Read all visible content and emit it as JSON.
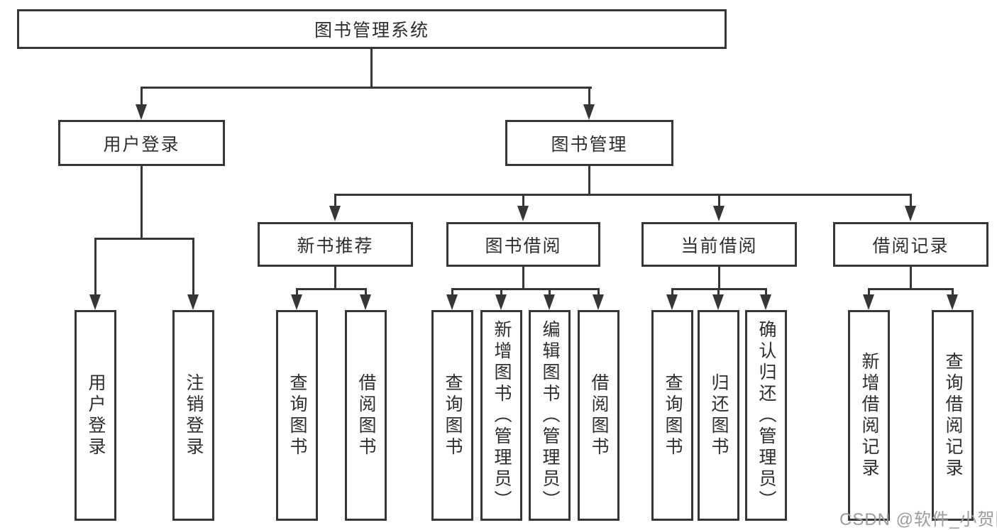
{
  "tree": {
    "label": "图书管理系统",
    "children": [
      {
        "label": "用户登录",
        "children": [
          {
            "label": "用户登录"
          },
          {
            "label": "注销登录"
          }
        ]
      },
      {
        "label": "图书管理",
        "children": [
          {
            "label": "新书推荐",
            "children": [
              {
                "label": "查询图书"
              },
              {
                "label": "借阅图书"
              }
            ]
          },
          {
            "label": "图书借阅",
            "children": [
              {
                "label": "查询图书"
              },
              {
                "label": "新增图书（管理员）"
              },
              {
                "label": "编辑图书（管理员）"
              },
              {
                "label": "借阅图书"
              }
            ]
          },
          {
            "label": "当前借阅",
            "children": [
              {
                "label": "查询图书"
              },
              {
                "label": "归还图书"
              },
              {
                "label": "确认归还（管理员）"
              }
            ]
          },
          {
            "label": "借阅记录",
            "children": [
              {
                "label": "新增借阅记录"
              },
              {
                "label": "查询借阅记录"
              }
            ]
          }
        ]
      }
    ]
  },
  "watermark": {
    "text": "CSDN @软件_小贺同学"
  },
  "colors": {
    "line": "#363636",
    "box_border": "#363636",
    "text": "#2e2e2e",
    "watermark": "#9c9c9c",
    "background": "#ffffff"
  }
}
